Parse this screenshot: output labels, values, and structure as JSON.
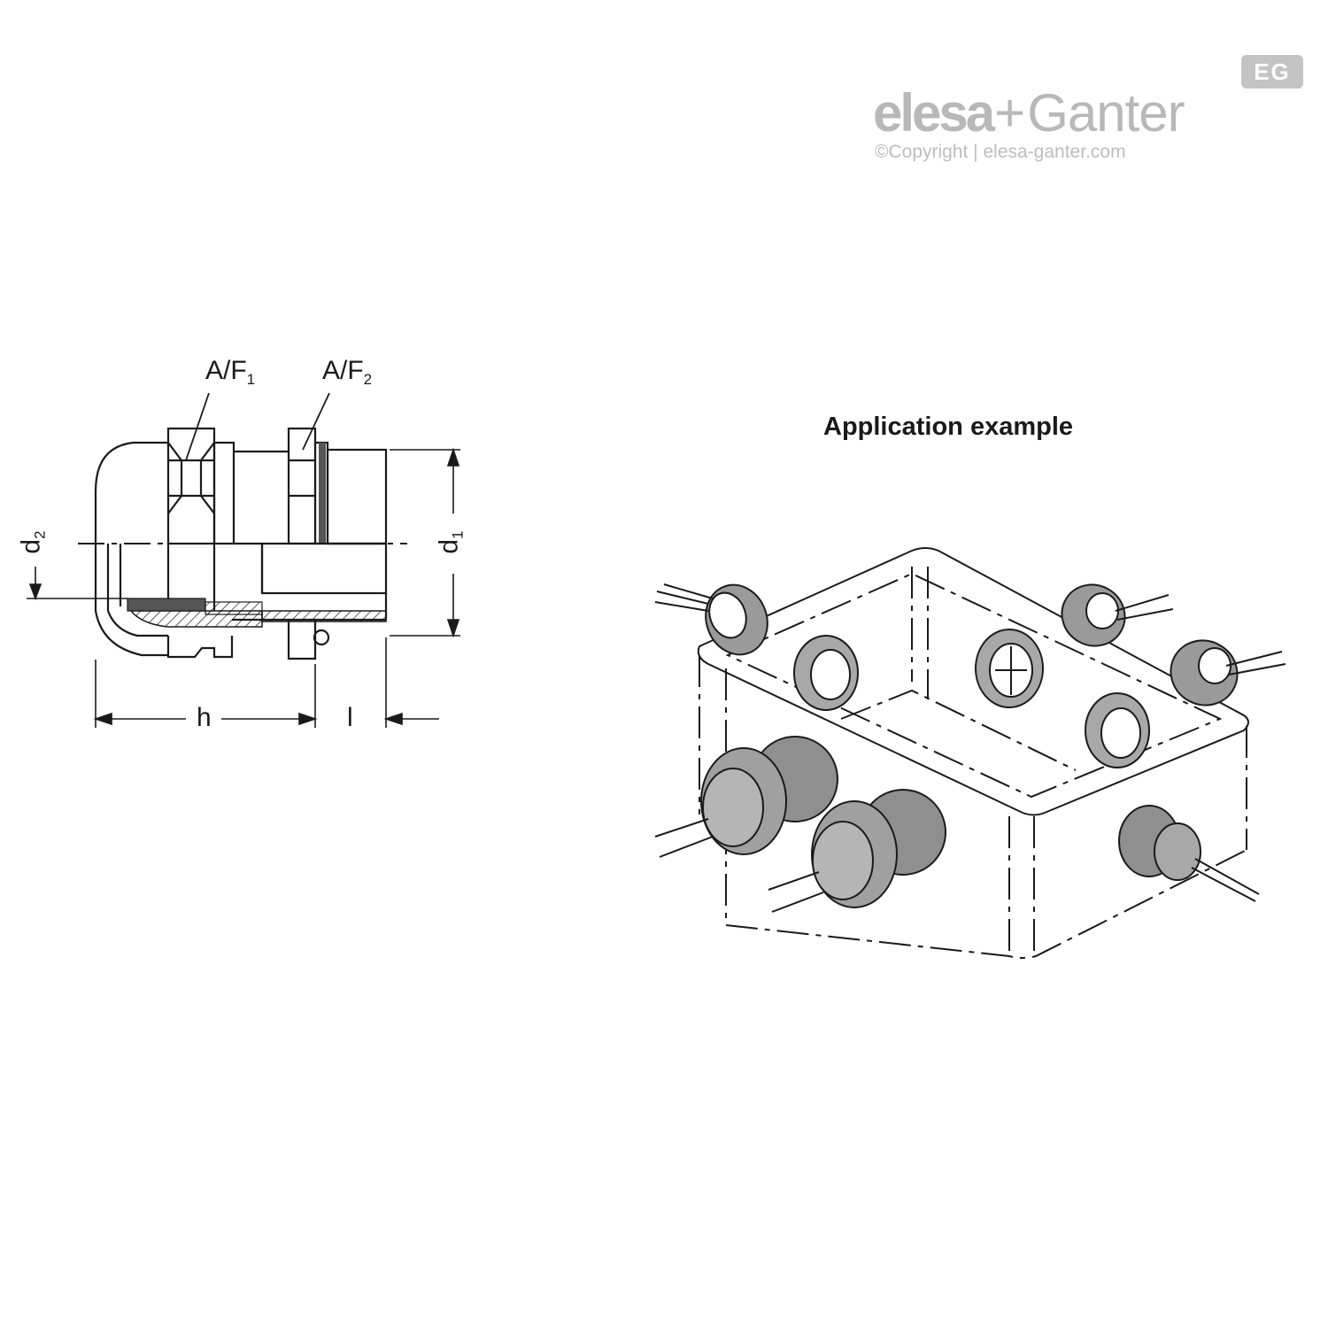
{
  "logo": {
    "brand_a": "elesa",
    "plus": "+",
    "brand_b": "Ganter",
    "badge": "EG",
    "copyright": "©Copyright | elesa-ganter.com"
  },
  "drawing": {
    "af1_main": "A/F",
    "af1_sub": "1",
    "af2_main": "A/F",
    "af2_sub": "2",
    "d1_main": "d",
    "d1_sub": "1",
    "d2_main": "d",
    "d2_sub": "2",
    "h": "h",
    "l": "l"
  },
  "application": {
    "title": "Application example"
  },
  "colors": {
    "line": "#1a1a1a",
    "gland_fill": "#9a9a9a",
    "logo_grey": "#b8b8b8"
  }
}
